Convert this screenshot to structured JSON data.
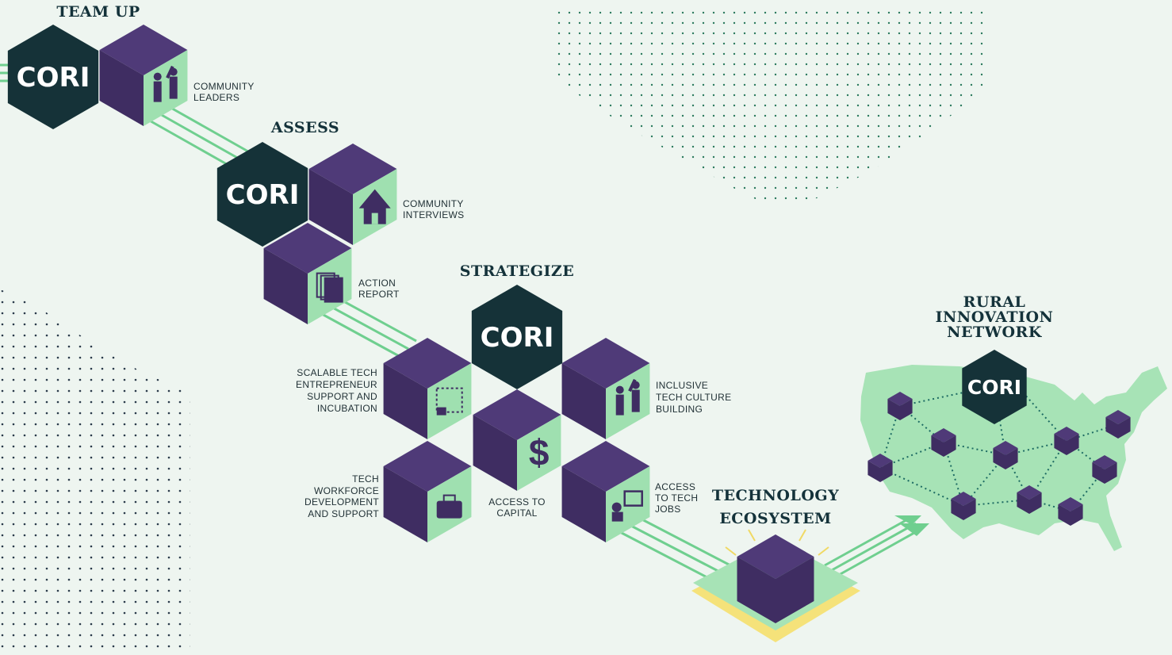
{
  "colors": {
    "background": "#eef5f0",
    "hexagon": "#153238",
    "cube_dark": "#3f2d62",
    "cube_top": "#4f3a78",
    "accent_green": "#9fe0b0",
    "map_green": "#a7e3b6",
    "ecosystem_yellow": "#f5e27a",
    "text_dark": "#14323a"
  },
  "stages": {
    "team_up": {
      "title": "TEAM UP",
      "hex_label": "CORI",
      "items": [
        {
          "icon": "people-icon",
          "line1": "COMMUNITY",
          "line2": "LEADERS"
        }
      ]
    },
    "assess": {
      "title": "ASSESS",
      "hex_label": "CORI",
      "items": [
        {
          "icon": "house-icon",
          "line1": "COMMUNITY",
          "line2": "INTERVIEWS"
        },
        {
          "icon": "document-icon",
          "line1": "ACTION",
          "line2": "REPORT"
        }
      ]
    },
    "strategize": {
      "title": "STRATEGIZE",
      "hex_label": "CORI",
      "items": [
        {
          "icon": "incubator-icon",
          "lines": [
            "SCALABLE TECH",
            "ENTREPRENEUR",
            "SUPPORT AND",
            "INCUBATION"
          ]
        },
        {
          "icon": "high-five-icon",
          "lines": [
            "INCLUSIVE",
            "TECH CULTURE",
            "BUILDING"
          ]
        },
        {
          "icon": "dollar-icon",
          "lines": [
            "ACCESS TO",
            "CAPITAL"
          ]
        },
        {
          "icon": "briefcase-icon",
          "lines": [
            "TECH",
            "WORKFORCE",
            "DEVELOPMENT",
            "AND SUPPORT"
          ]
        },
        {
          "icon": "presenter-icon",
          "lines": [
            "ACCESS",
            "TO TECH",
            "JOBS"
          ]
        }
      ]
    },
    "ecosystem": {
      "title_line1": "TECHNOLOGY",
      "title_line2": "ECOSYSTEM"
    },
    "network": {
      "title_line1": "RURAL",
      "title_line2": "INNOVATION",
      "title_line3": "NETWORK",
      "hex_label": "CORI"
    }
  }
}
